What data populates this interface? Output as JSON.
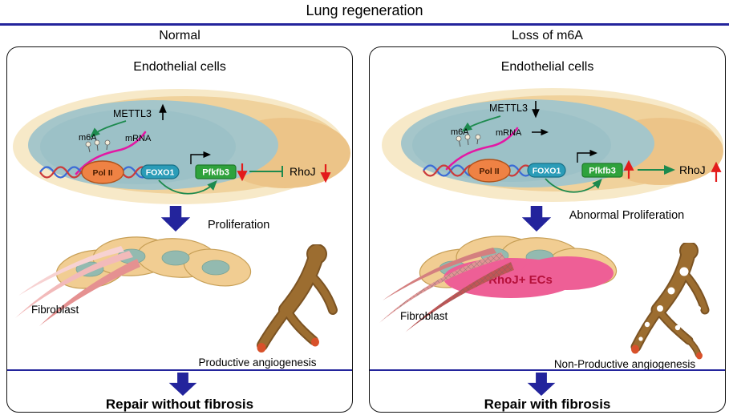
{
  "title": "Lung regeneration",
  "panels": [
    {
      "heading": "Normal",
      "endothelial_cells": "Endothelial cells",
      "mettl3": "METTL3",
      "m6a": "m6A",
      "mrna": "mRNA",
      "polii": "Pol II",
      "foxo1": "FOXO1",
      "pfkfb3": "Pfkfb3",
      "rhoj": "RhoJ",
      "proliferation": "Proliferation",
      "fibroblast": "Fibroblast",
      "angiogenesis": "Productive angiogenesis",
      "outcome": "Repair without fibrosis",
      "indicators": {
        "mettl3_arrow": "up",
        "pfkfb3_arrow": "down",
        "rhoj_arrow": "down",
        "pfkfb3_to_rhoj": "inhibition"
      }
    },
    {
      "heading": "Loss of m6A",
      "endothelial_cells": "Endothelial cells",
      "mettl3": "METTL3",
      "m6a": "m6A",
      "mrna": "mRNA",
      "polii": "Pol II",
      "foxo1": "FOXO1",
      "pfkfb3": "Pfkfb3",
      "rhoj": "RhoJ",
      "proliferation": "Abnormal Proliferation",
      "rhoj_positive_ecs": "RhoJ+ ECs",
      "fibroblast": "Fibroblast",
      "angiogenesis": "Non-Productive angiogenesis",
      "outcome": "Repair with fibrosis",
      "indicators": {
        "mettl3_arrow": "down",
        "pfkfb3_arrow": "up",
        "rhoj_arrow": "up",
        "pfkfb3_to_rhoj": "activation"
      }
    }
  ],
  "colors": {
    "rule_navy": "#23249c",
    "big_arrow_blue": "#23249c",
    "activation_green": "#1d8a4e",
    "emphasis_red": "#e31b1b",
    "mrna_magenta": "#e318a4",
    "foxo1_teal": "#2b9cb8",
    "pfkfb3_green": "#2fa23c",
    "polii_orange": "#ef8244",
    "rhoj_ecs_pink": "#ee5f96"
  }
}
